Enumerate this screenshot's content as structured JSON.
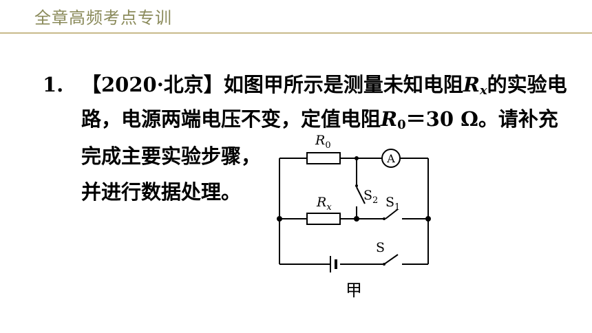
{
  "header": {
    "title": "全章高频考点专训"
  },
  "question": {
    "number": "1.",
    "source": "【2020·北京】",
    "line1_a": "如图甲所示是测量未知电阻",
    "line1_R": "R",
    "line1_sub": "x",
    "line1_b": "的实验电",
    "line2_a": "路，电源两端电压不变，定值电阻",
    "line2_R": "R",
    "line2_sub": "0",
    "line2_b": "＝30 Ω。请补充",
    "line3": "完成主要实验步骤，",
    "line4": "并进行数据处理。"
  },
  "figure": {
    "r0_R": "R",
    "r0_sub": "0",
    "rx_R": "R",
    "rx_sub": "x",
    "ammeter": "A",
    "s2": "S",
    "s2_sub": "2",
    "s1": "S",
    "s1_sub": "1",
    "s": "S",
    "caption": "甲"
  }
}
